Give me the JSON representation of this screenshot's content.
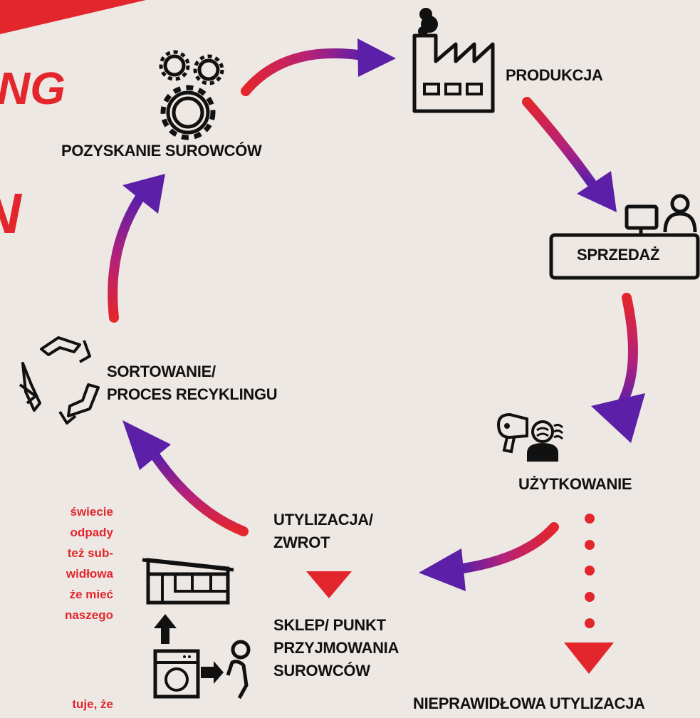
{
  "colors": {
    "background": "#ede8e4",
    "accent_red": "#e3262b",
    "accent_purple": "#5b1fa8",
    "text": "#111111"
  },
  "title_fragments": [
    "NG",
    "N"
  ],
  "nodes": {
    "raw_materials": "POZYSKANIE SUROWCÓW",
    "production": "PRODUKCJA",
    "sale": "SPRZEDAŻ",
    "usage": "UŻYTKOWANIE",
    "disposal_line1": "UTYLIZACJA/",
    "disposal_line2": "ZWROT",
    "shop_line1": "SKLEP/ PUNKT",
    "shop_line2": "PRZYJMOWANIA",
    "shop_line3": "SUROWCÓW",
    "sorting_line1": "SORTOWANIE/",
    "sorting_line2": "PROCES RECYKLINGU",
    "improper_disposal": "NIEPRAWIDŁOWA UTYLIZACJA"
  },
  "side_text_lines": [
    "świecie",
    "odpady",
    "też sub-",
    "widłowa",
    "że mieć",
    "naszego"
  ],
  "bottom_fragment": "tuje,  że",
  "icons": [
    "gears-icon",
    "factory-icon",
    "shop-counter-icon",
    "hairdryer-icon",
    "shop-building-icon",
    "washing-machine-icon",
    "person-icon",
    "recycle-icon",
    "down-triangle-icon"
  ]
}
